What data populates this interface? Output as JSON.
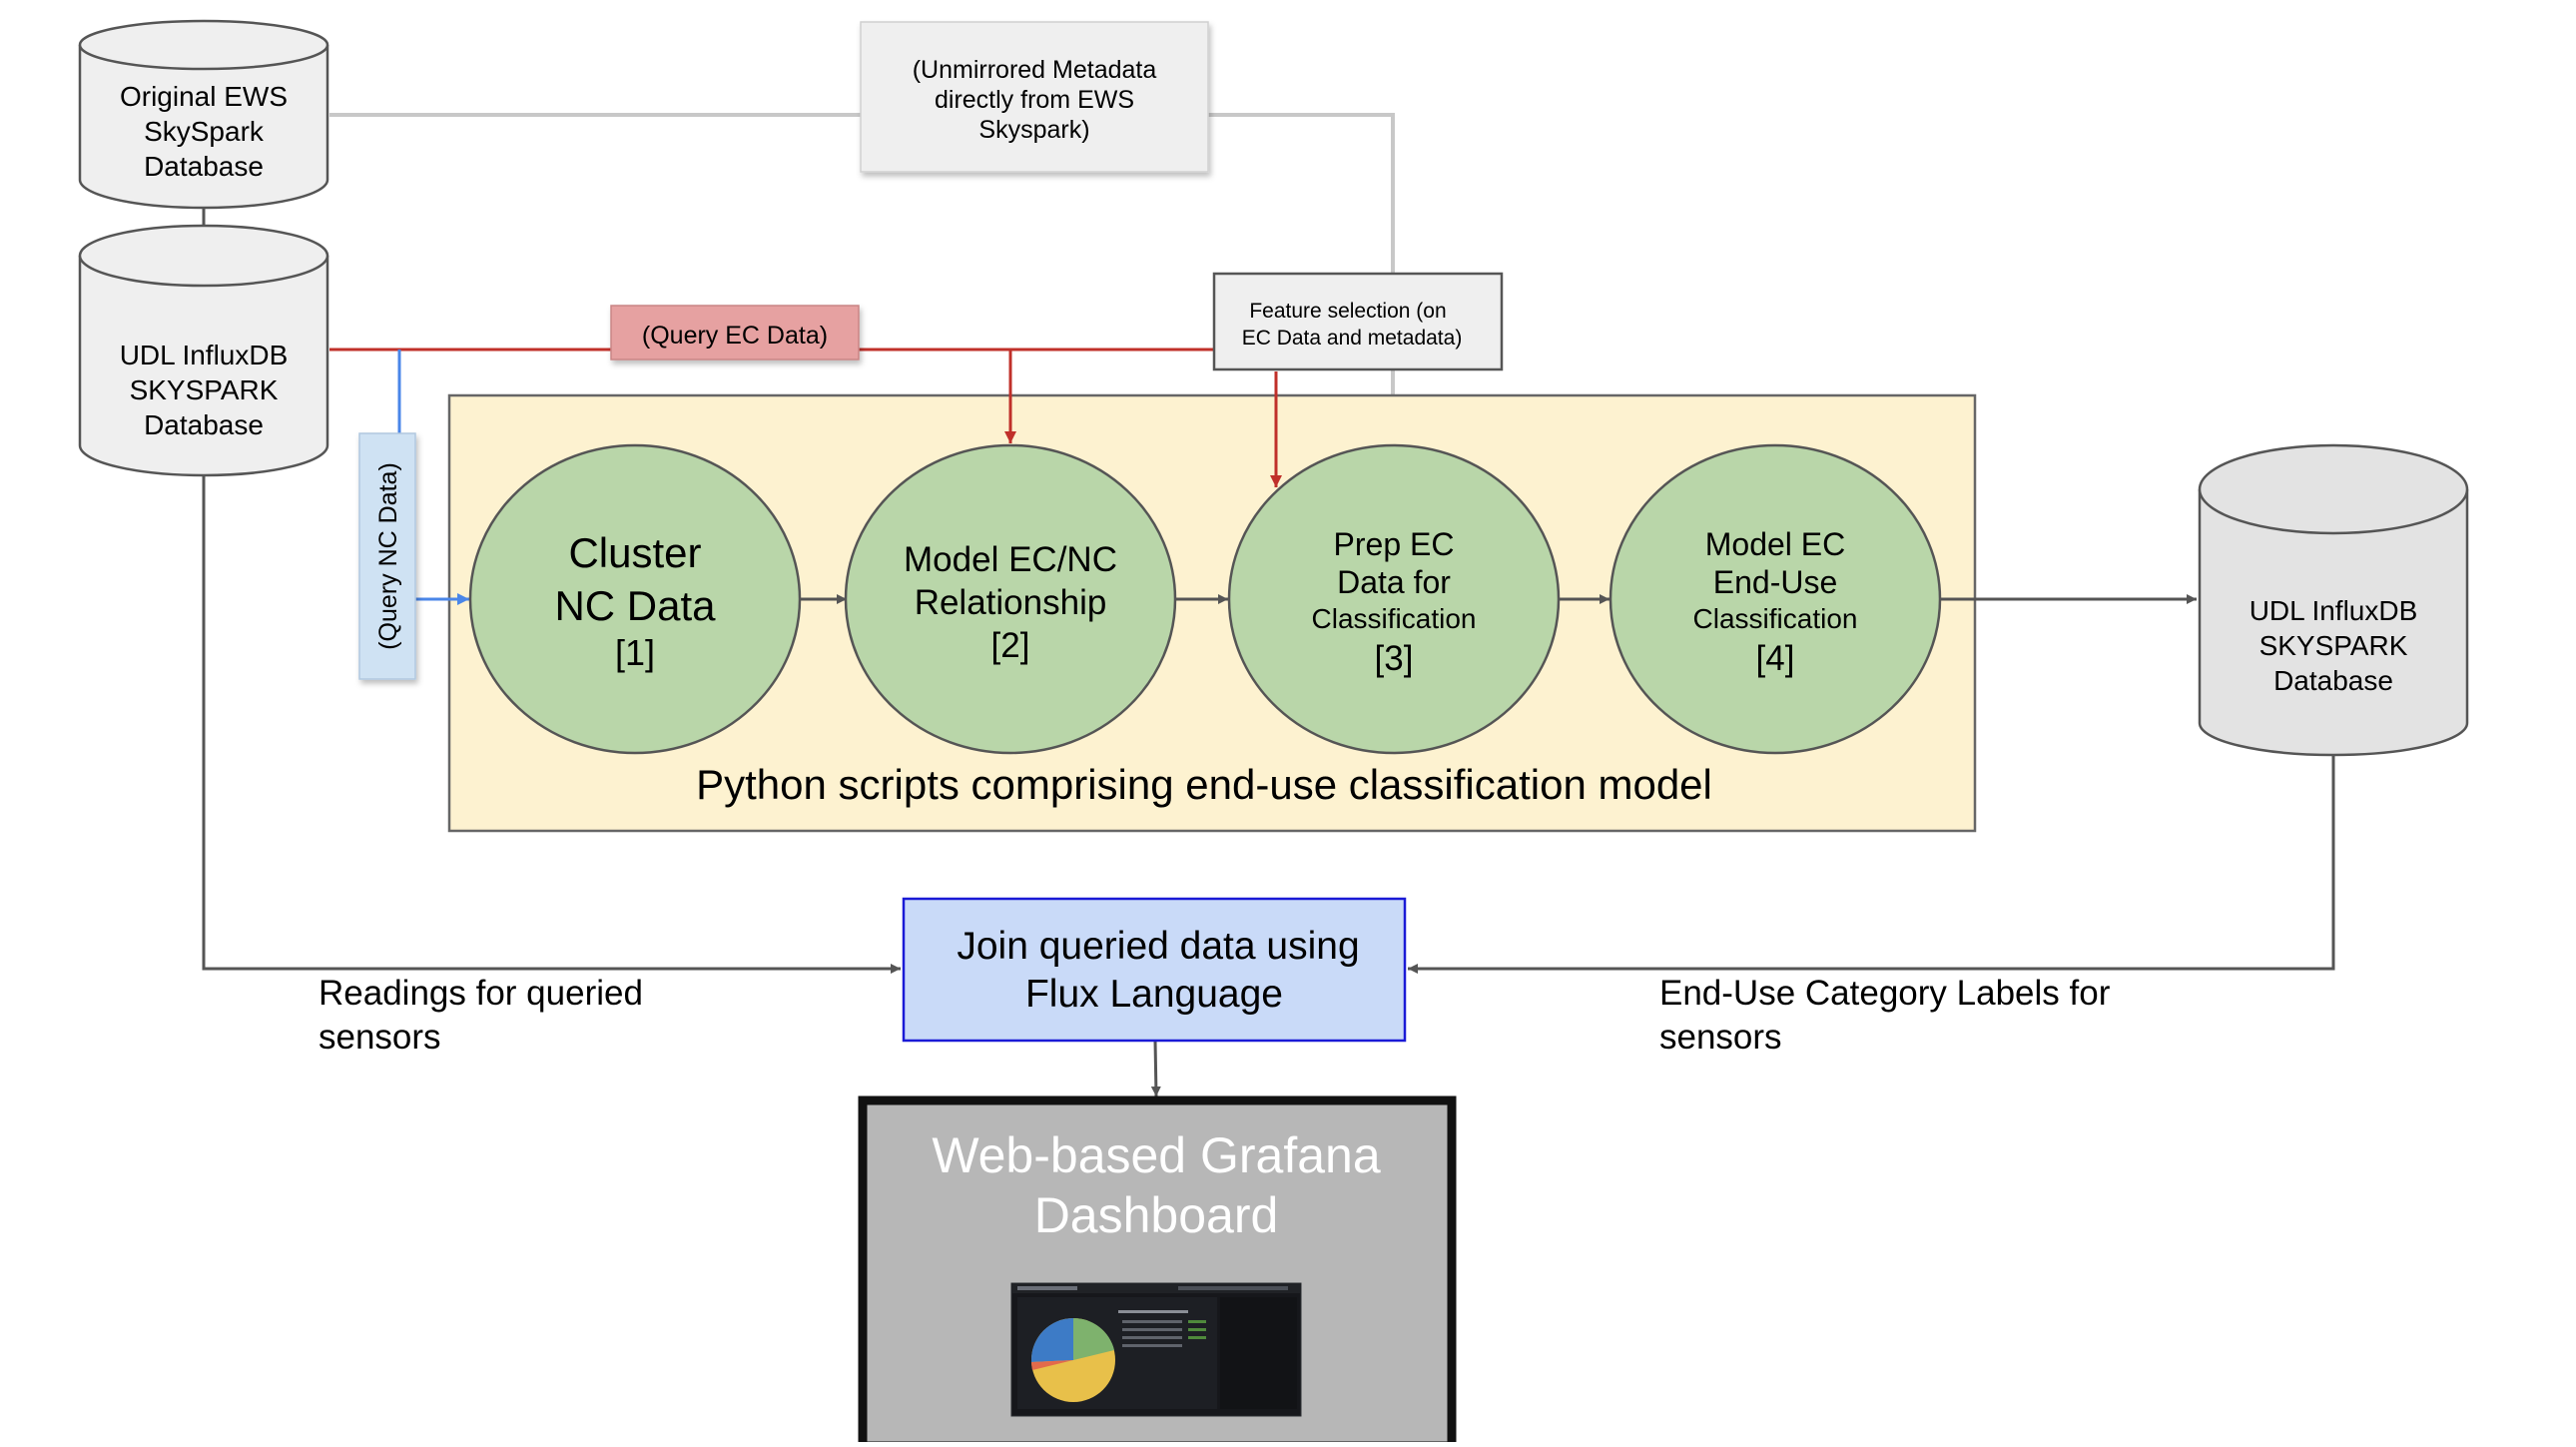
{
  "databases": {
    "original": [
      "Original EWS",
      "SkySpark",
      "Database"
    ],
    "udl_left": [
      "UDL InfluxDB",
      "SKYSPARK",
      "Database"
    ],
    "udl_right": [
      "UDL InfluxDB",
      "SKYSPARK",
      "Database"
    ]
  },
  "notes": {
    "unmirrored": [
      "(Unmirrored Metadata",
      "directly from EWS",
      "Skyspark)"
    ],
    "feature_selection": [
      "Feature selection (on",
      "EC Data and metadata)"
    ],
    "query_ec": "(Query EC Data)",
    "query_nc": "(Query NC Data)"
  },
  "model": {
    "container_label": "Python scripts comprising end-use classification model",
    "steps": [
      {
        "lines": [
          "Cluster",
          "NC Data",
          "[1]"
        ]
      },
      {
        "lines": [
          "Model EC/NC",
          "Relationship",
          "[2]"
        ]
      },
      {
        "lines": [
          "Prep EC",
          "Data for",
          "Classification",
          "[3]"
        ]
      },
      {
        "lines": [
          "Model EC",
          "End-Use",
          "Classification",
          "[4]"
        ]
      }
    ]
  },
  "join": [
    "Join queried data using",
    "Flux Language"
  ],
  "edge_labels": {
    "readings": [
      "Readings for queried",
      "sensors"
    ],
    "enduse": [
      "End-Use Category Labels for",
      "sensors"
    ]
  },
  "dashboard": {
    "title": [
      "Web-based Grafana",
      "Dashboard"
    ]
  },
  "colors": {
    "model_fill": "#fdf2d0",
    "circle_fill": "#b9d6a9",
    "db_fill": "#efefef",
    "note_fill": "#efefef",
    "query_ec_fill": "#e6a1a1",
    "query_nc_fill": "#cfe2f3",
    "join_fill": "#c9daf8",
    "join_border": "#1a1ad6",
    "red_arrow": "#c0302a",
    "blue_arrow": "#4a86e8",
    "gray_line": "#c8c8c8",
    "dark_line": "#555555",
    "dashboard_fill": "#b7b7b7"
  }
}
